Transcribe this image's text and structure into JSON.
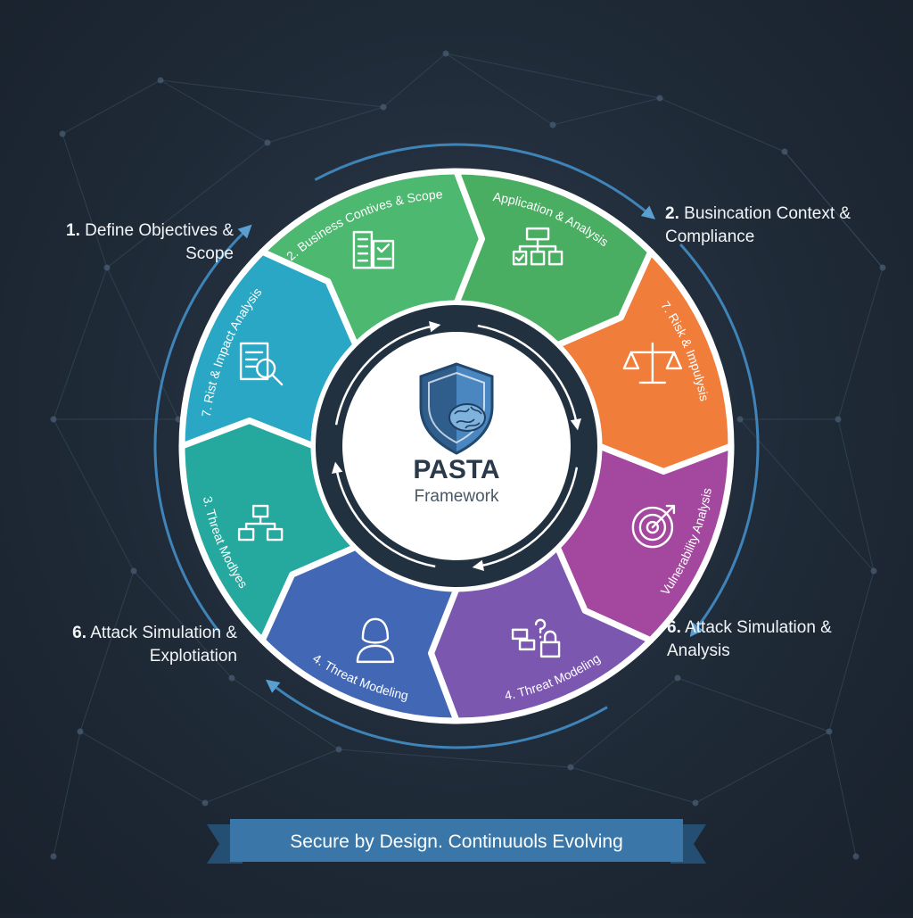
{
  "colors": {
    "background": "#1f2a37",
    "teal": "#2aa7c4",
    "cyan_green": "#25a89e",
    "green": "#4db870",
    "orange": "#f07d3a",
    "magenta": "#a3489e",
    "purple": "#7b57b0",
    "blue": "#4267b5",
    "ring": "#5a9fd1"
  },
  "center": {
    "title": "PASTA",
    "subtitle": "Framework",
    "icon": "shield-brain-icon"
  },
  "segments": [
    {
      "label": "2. Business Contives & Scope",
      "color": "#4db870",
      "icon": "building-checklist-icon"
    },
    {
      "label": "Application & Analysis",
      "color": "#4aae62",
      "icon": "flowchart-check-icon"
    },
    {
      "label": "7. Risk & Impulysis",
      "color": "#f07d3a",
      "icon": "balance-scale-icon"
    },
    {
      "label": "Vulnerability Analysis",
      "color": "#a3489e",
      "icon": "target-arrow-icon"
    },
    {
      "label": "4. Threat Modeling",
      "color": "#7b57b0",
      "icon": "chain-lock-icon"
    },
    {
      "label": "4. Threat Modeling",
      "color": "#4267b5",
      "icon": "hooded-attacker-icon"
    },
    {
      "label": "3. Threat Modlyes",
      "color": "#25a89e",
      "icon": "hierarchy-icon"
    },
    {
      "label": "7. Rist & Impact Analysis",
      "color": "#2aa7c4",
      "icon": "document-search-icon"
    }
  ],
  "outer_labels": {
    "top_left": {
      "num": "1.",
      "text": "Define Objectives & Scope"
    },
    "top_right": {
      "num": "2.",
      "text": "Busincation Context & Compliance"
    },
    "bottom_left": {
      "num": "6.",
      "text": "Attack Simulation & Explotiation"
    },
    "bottom_right": {
      "num": "6.",
      "text": "Attack Simulation & Analysis"
    }
  },
  "ribbon": {
    "text": "Secure by Design. Continuuols Evolving"
  }
}
